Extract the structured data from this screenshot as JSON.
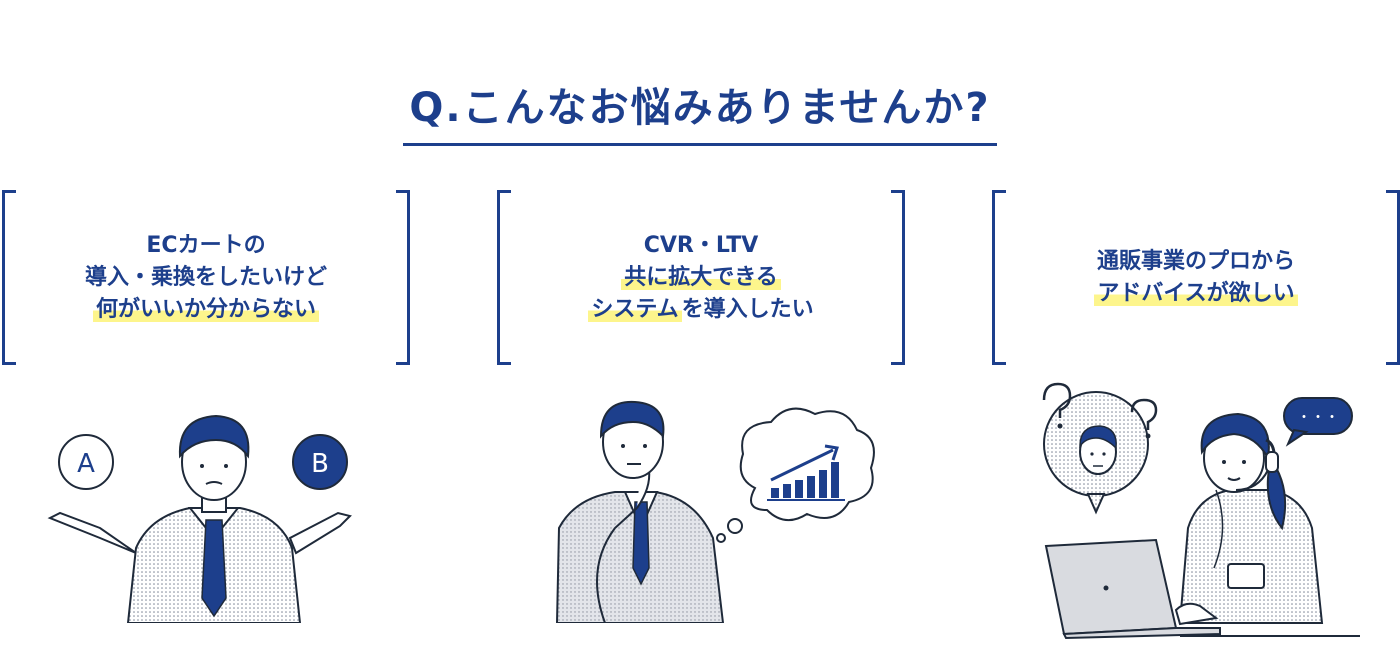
{
  "title": "Q.こんなお悩みありませんか?",
  "cards": [
    {
      "lines": [
        {
          "parts": [
            {
              "text": "ECカートの",
              "hl": false
            }
          ]
        },
        {
          "parts": [
            {
              "text": "導入・乗換をしたいけど",
              "hl": false
            }
          ]
        },
        {
          "parts": [
            {
              "text": "何がいいか分からない",
              "hl": true
            }
          ]
        }
      ]
    },
    {
      "lines": [
        {
          "parts": [
            {
              "text": "CVR・LTV",
              "hl": false
            }
          ]
        },
        {
          "parts": [
            {
              "text": "共に拡大できる",
              "hl": true
            }
          ]
        },
        {
          "parts": [
            {
              "text": "システム",
              "hl": true
            },
            {
              "text": "を導入したい",
              "hl": false
            }
          ]
        }
      ]
    },
    {
      "lines": [
        {
          "parts": [
            {
              "text": "通販事業のプロから",
              "hl": false
            }
          ]
        },
        {
          "parts": [
            {
              "text": "アドバイスが欲しい",
              "hl": true
            }
          ]
        }
      ]
    }
  ],
  "illustrations": {
    "choice_a": "A",
    "choice_b": "B",
    "speech_dots": "・・・"
  },
  "colors": {
    "navy": "#1d3f8c",
    "highlight": "#fdf58c",
    "gray": "#d9dbe0"
  }
}
